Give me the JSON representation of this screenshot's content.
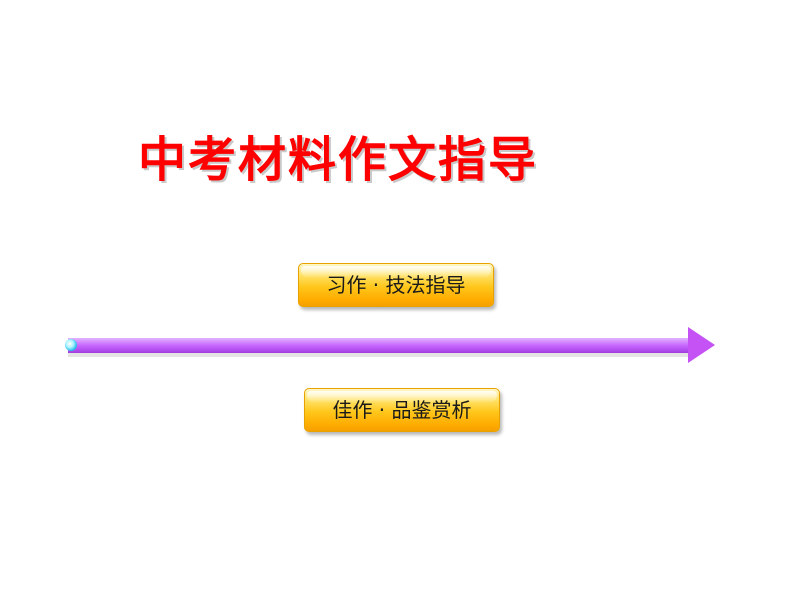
{
  "slide": {
    "title": "中考材料作文指导"
  },
  "nav": {
    "button1_label": "习作 · 技法指导",
    "button2_label": "佳作 · 品鉴赏析"
  },
  "colors": {
    "title": "#ff0000",
    "arrow": "#cc55ff",
    "button": "#ffc61a"
  }
}
